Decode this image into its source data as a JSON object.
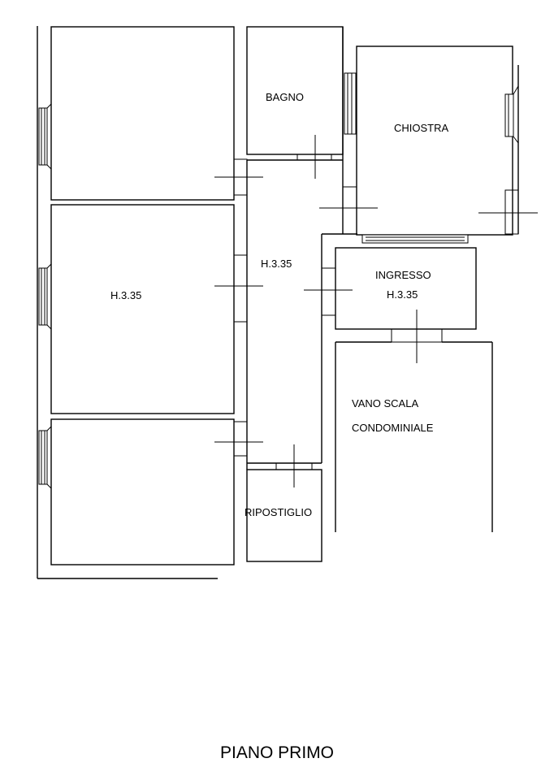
{
  "plan": {
    "title": "PIANO PRIMO",
    "rooms": {
      "bagno": "BAGNO",
      "chiostra": "CHIOSTRA",
      "corridor_height": "H.3.35",
      "middle_room_height": "H.3.35",
      "ingresso": "INGRESSO",
      "ingresso_height": "H.3.35",
      "vano_scala_line1": "VANO SCALA",
      "vano_scala_line2": "CONDOMINIALE",
      "ripostiglio": "RIPOSTIGLIO"
    }
  }
}
